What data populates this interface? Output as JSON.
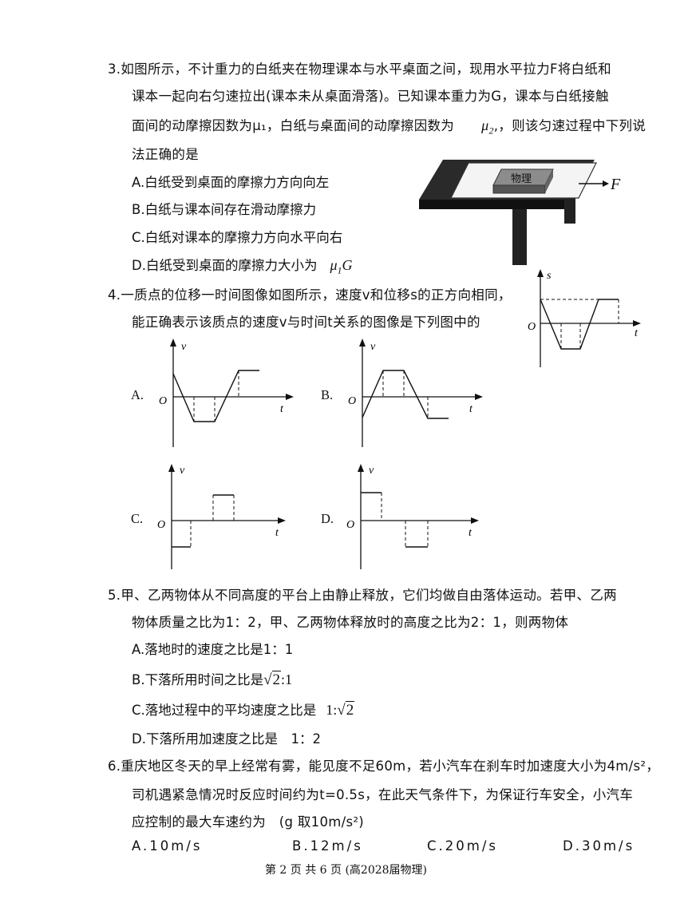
{
  "q3": {
    "line1": "3.如图所示，不计重力的白纸夹在物理课本与水平桌面之间，现用水平拉力F将白纸和",
    "line2": "课本一起向右匀速拉出(课本未从桌面滑落)。已知课本重力为G，课本与白纸接触",
    "line3a": "面间的动摩擦因数为μ₁，白纸与桌面间的动摩擦因数为",
    "mu2": "μ",
    "mu2sub": "2",
    "line3b": ",，则该匀速过程中下列说",
    "line4": "法正确的是",
    "optA": "A.白纸受到桌面的摩擦力方向向左",
    "optB": "B.白纸与课本间存在滑动摩擦力",
    "optC": "C.白纸对课本的摩擦力方向水平向右",
    "optD_text": "D.白纸受到桌面的摩擦力大小为",
    "optD_mu": "μ",
    "optD_sub": "1",
    "optD_G": "G",
    "fig_book": "物理",
    "fig_force": "F"
  },
  "q4": {
    "line1": "4.一质点的位移一时间图像如图所示，速度v和位移s的正方向相同，",
    "line2": "能正确表示该质点的速度v与时间t关系的图像是下列图中的",
    "st_axis_y": "s",
    "st_axis_x": "t",
    "origin": "O",
    "v_axis": "v",
    "t_axis": "t",
    "labels": [
      "A.",
      "B.",
      "C.",
      "D."
    ]
  },
  "q5": {
    "line1": "5.甲、乙两物体从不同高度的平台上由静止释放，它们均做自由落体运动。若甲、乙两",
    "line2": "物体质量之比为1：2，甲、乙两物体释放时的高度之比为2：1，则两物体",
    "optA": "A.落地时的速度之比是1：1",
    "optB_text": "B.下落所用时间之比是",
    "optB_rad": "2",
    "optB_tail": ":1",
    "optC_text": "C.落地过程中的平均速度之比是",
    "optC_head": "1:",
    "optC_rad": "2",
    "optD": "D.下落所用加速度之比是　1：2"
  },
  "q6": {
    "line1": "6.重庆地区冬天的早上经常有雾，能见度不足60m，若小汽车在刹车时加速度大小为4m/s²，",
    "line2": "司机遇紧急情况时反应时间约为t=0.5s，在此天气条件下，为保证行车安全，小汽车",
    "line3": "应控制的最大车速约为　(g 取10m/s²)",
    "optA": "A.10m/s",
    "optB": "B.12m/s",
    "optC": "C.20m/s",
    "optD": "D.30m/s"
  },
  "footer": "第 2 页 共 6 页 (高2028届物理)"
}
